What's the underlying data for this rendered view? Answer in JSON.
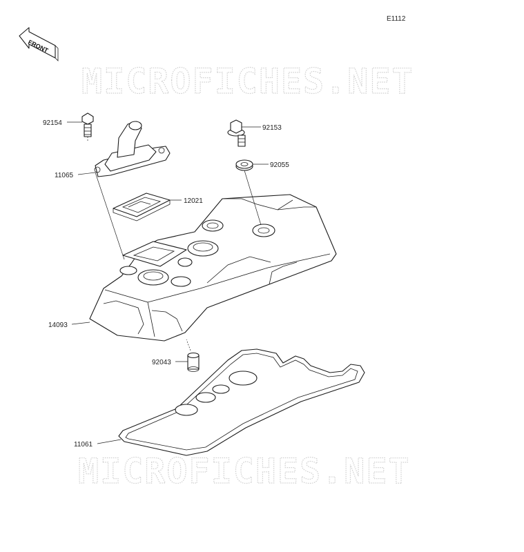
{
  "diagram_code": "E1112",
  "front_label": "FRONT",
  "watermark": "MICROFICHES.NET",
  "parts": [
    {
      "number": "92154",
      "name": "bolt"
    },
    {
      "number": "11065",
      "name": "breather-cover"
    },
    {
      "number": "12021",
      "name": "reed-valve"
    },
    {
      "number": "92153",
      "name": "bolt-with-washer"
    },
    {
      "number": "92055",
      "name": "grommet"
    },
    {
      "number": "14093",
      "name": "cylinder-head-cover"
    },
    {
      "number": "92043",
      "name": "dowel-pin"
    },
    {
      "number": "11061",
      "name": "cover-gasket"
    }
  ],
  "colors": {
    "line": "#1a1a1a",
    "watermark": "#cfcfcf",
    "background": "#ffffff"
  }
}
